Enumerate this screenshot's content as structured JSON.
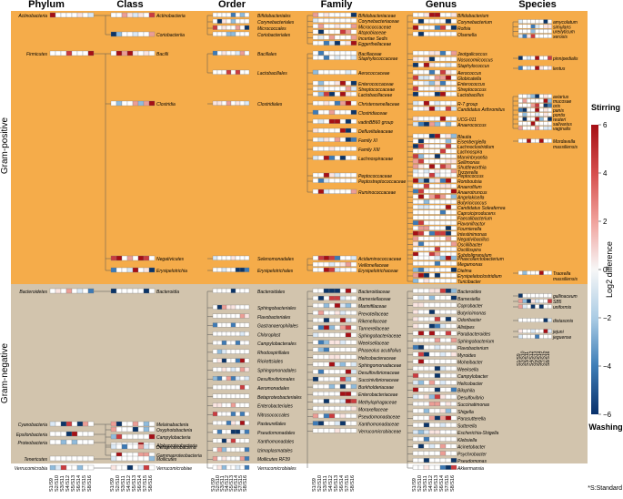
{
  "headers": [
    "Phylum",
    "Class",
    "Order",
    "Family",
    "Genus",
    "Species"
  ],
  "groups": {
    "positive": "Gram-positive",
    "negative": "Gram-negative"
  },
  "colors": {
    "positive_bg": "#f5ac4a",
    "negative_bg": "#d2c4ad",
    "line": "#555555",
    "legend_stops": [
      "#a50f15",
      "#e0575a",
      "#f7c4c0",
      "#f7f7f7",
      "#bfd7ea",
      "#4d8fc2",
      "#08306b"
    ]
  },
  "legend": {
    "title": "Log2 difference",
    "top_label": "Stirring",
    "bottom_label": "Washing",
    "ticks": [
      "6",
      "4",
      "2",
      "0",
      "−2",
      "−4",
      "−6"
    ]
  },
  "footnote": "*S:Standard",
  "sample_labels": [
    "S1/S9",
    "S2/S10",
    "S3/S11",
    "S4/S12",
    "S5/S13",
    "S6/S14",
    "S7/S15",
    "S8/S16"
  ],
  "taxa": {
    "phylum": [
      "Actinobacteria",
      "Firmicutes",
      "Bacteroidetes",
      "Cyanobacteria",
      "Epsilonbacteria",
      "Proteobacteria",
      "Tenericutes",
      "Verrucomicrobia"
    ],
    "class": [
      "Actinobacteria",
      "Coriobacteriia",
      "Bacilli",
      "Clostridia",
      "Negativicutes",
      "Erysipelotrichia",
      "Bacteroidia",
      "Melainabacteria",
      "Oxyphotobacteria",
      "Campylobacteria",
      "Alphaproteobacteria",
      "Deltaproteobacteria",
      "Gammaproteobacteria",
      "Mollicutes",
      "Verrucomicrobiae"
    ],
    "order": [
      "Bifidobacteriales",
      "Corynebacteriales",
      "Micrococcales",
      "Coriobacteriales",
      "Bacillales",
      "Lactobacillales",
      "Clostridiales",
      "Selenomonadales",
      "Erysipelotrichales",
      "Bacteroidales",
      "Sphingobacteriales",
      "Flavobacteriales",
      "Gastranaerophilales",
      "Chloroplast",
      "Campylobacterales",
      "Rhodospirillales",
      "Rickettsiales",
      "Sphingomonadales",
      "Desulfovibrionales",
      "Aeromonadales",
      "Betaproteobacteriales",
      "Enterobacteriales",
      "Nitrosococcales",
      "Pasteurellales",
      "Pseudomonadales",
      "Xanthomonadales",
      "Izimaplasmatales",
      "Mollicutes RF39",
      "Verrucomicrobiales"
    ],
    "family": [
      "Bifidobacteriaceae",
      "Corynebacteriaceae",
      "Micrococcaceae",
      "Atopobiaceae",
      "Incertae Sedis",
      "Eggerthellaceae",
      "Bacillaceae",
      "Staphylococcaceae",
      "Aerococcaceae",
      "Enterococcaceae",
      "Streptococcaceae",
      "Lactobacillaceae",
      "Christensenellaceae",
      "Clostridiaceae",
      "vadinBB60 group",
      "Defluviitaleaceae",
      "Family XI",
      "Family XIII",
      "Lachnospiraceae",
      "Peptococcaceae",
      "Peptostreptococcaceae",
      "Ruminococcaceae",
      "Acidaminococcaceae",
      "Veillonellaceae",
      "Erysipelotrichaceae",
      "Bacteroidaceae",
      "Barnesiellaceae",
      "Marinifilaceae",
      "Prevotellaceae",
      "Rikenellaceae",
      "Tannerellaceae",
      "Sphingobacteriaceae",
      "Weeksellaceae",
      "Phaseolus acutifolius",
      "Helicobacteraceae",
      "Sphingomonadaceae",
      "Desulfovibrionaceae",
      "Succinivibrionaceae",
      "Burkholderiaceae",
      "Enterobacteriaceae",
      "Methylophagaceae",
      "Moraxellaceae",
      "Pseudomonadaceae",
      "Xanthomonadaceae",
      "Verrucomicrobiaceae"
    ],
    "genus": [
      "Bifidobacterium",
      "Corynebacterium",
      "Rothia",
      "Olsenella",
      "Jeotgalicoccus",
      "Nosocomiicoccus",
      "Staphylococcus",
      "Aerococcus",
      "Globicatella",
      "Enterococcus",
      "Streptococcus",
      "Lactobacillus",
      "R-7 group",
      "Candidatus Arthromitus",
      "UCG-011",
      "Anaerococcus",
      "Blautia",
      "Eisenbergiella",
      "Lachnoclostridium",
      "Lachnospira",
      "Marvinbryantia",
      "Sellimonas",
      "Shuttleworthia",
      "Tyzzerella",
      "Peptococcus",
      "Romboutsia",
      "Anaerofilum",
      "Anaerotruncus",
      "Angelakisella",
      "Butyricicoccus",
      "Candidatus Soleaferrea",
      "Caproiciproducens",
      "Faecalibacterium",
      "Flavonifractor",
      "Fournierella",
      "Intestinimonas",
      "Negativibacillus",
      "Oscillibacter",
      "Oscillospira",
      "Subdoligranulum",
      "Phascolarctobacterium",
      "Megamonas",
      "Dielma",
      "Erysipelatoclostridium",
      "Turicibacter",
      "Bacteroides",
      "Barnesiella",
      "Coprobacter",
      "Butyricimonas",
      "Odoribacter",
      "Alistipes",
      "Parabacteroides",
      "Sphingobacterium",
      "Flavobacterium",
      "Myroides",
      "Moheibacter",
      "Weeksella",
      "Campylobacter",
      "Helicobacter",
      "Bilophila",
      "Desulfovibrio",
      "Succinatimonas",
      "Shigella",
      "Parasutterella",
      "Sutterella",
      "Escherichia-Shigella",
      "Klebsiella",
      "Acinetobacter",
      "Psychrobacter",
      "Pseudomonas",
      "Akkermansia"
    ],
    "species": [
      "amycolatum",
      "simulans",
      "ureilyticum",
      "xerosis",
      "pinnipedialis",
      "lentus",
      "aviarius",
      "mucosae",
      "oris",
      "panis",
      "pontis",
      "reuteri",
      "salivarius",
      "vaginalis",
      "Mordavella massiliensis",
      "Traorella massiliensis",
      "gallinaceum",
      "SB5",
      "uniformis",
      "distasonis",
      "jejuni",
      "jeguense",
      "S1/S9",
      "S2/S10",
      "S3/S11",
      "S4/S12",
      "S5/S13",
      "S6/S14",
      "S7/S15",
      "S8/S16"
    ]
  }
}
